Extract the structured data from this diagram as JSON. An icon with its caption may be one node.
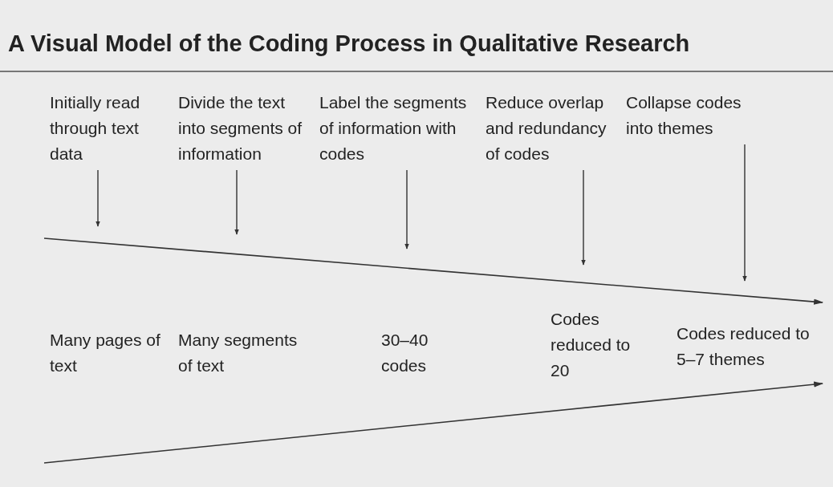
{
  "diagram": {
    "title": "A Visual Model of the Coding Process in Qualitative Research",
    "nodes": [
      {
        "text": [
          "Initially read through text data"
        ]
      },
      {
        "text": [
          "Divide the text into segments of information"
        ]
      },
      {
        "text": [
          "Label the segments of information with codes"
        ]
      },
      {
        "text": [
          "Reduce overlap and redundancy of codes"
        ]
      },
      {
        "text": [
          "Collapse codes into themes"
        ]
      }
    ],
    "edges": [
      {
        "from": 0,
        "to": null,
        "arrow": "to"
      },
      {
        "from": 1,
        "to": null,
        "arrow": "to"
      },
      {
        "from": 2,
        "to": null,
        "arrow": "to"
      },
      {
        "from": 3,
        "to": null,
        "arrow": "to"
      },
      {
        "from": 4,
        "to": null,
        "arrow": "to"
      }
    ],
    "labels": [
      "Many pages of text",
      "Many segments of text",
      "30–40 codes",
      "Codes reduced to 20",
      "Codes reduced to 5–7 themes"
    ]
  }
}
